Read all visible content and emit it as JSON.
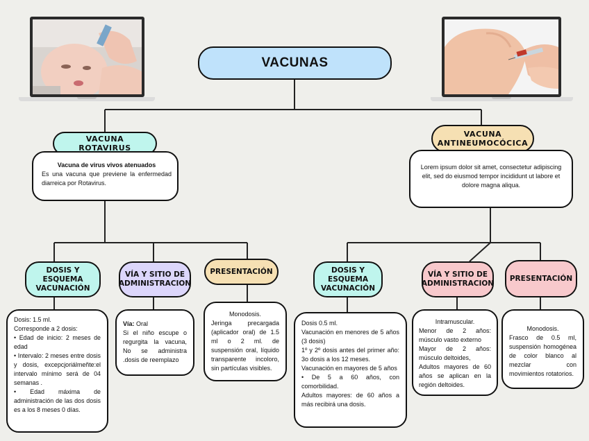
{
  "title": "VACUNAS",
  "images": {
    "left": "photo-baby-oral-vaccine",
    "right": "photo-injection-arm"
  },
  "left": {
    "heading": "VACUNA  ROTAVIRUS",
    "desc_bold": "Vacuna de virus vivos atenuados",
    "desc": "Es una vacuna que previene la enfermedad diarreica por Rotavirus.",
    "dosis": {
      "label": "DOSIS Y ESQUEMA VACUNACIÓN",
      "lines": [
        "Dosis: 1.5 ml.",
        "Corresponde a 2 dosis:",
        "• Edad de inicio: 2 meses de edad",
        "• Intervalo: 2 meses entre dosis y dosis, excepcjoriálmeñte:el intervalo mínimo será de 04 semanas .",
        "• Edad máxima de administración de las dos dosis es a los 8 meses 0 días."
      ]
    },
    "via": {
      "label": "VÍA Y SITIO DE ADMINISTRACION",
      "bold": "Vía:",
      "first": " Oral",
      "text": "Si el niño escupe o regurgita la vacuna, No se administra .dosis de reemplazo"
    },
    "presentacion": {
      "label": "PRESENTACIÓN",
      "lines": [
        "Monodosis.",
        "Jeringa precargada (aplicador oral) de 1.5 ml o 2 ml. de suspensión oral, líquido transparente incoloro, sin partículas visibles."
      ]
    }
  },
  "right": {
    "heading": "VACUNA ANTINEUMOCÓCICA",
    "desc": "Lorem ipsum dolor sit amet, consectetur adipiscing elit, sed do eiusmod tempor incididunt ut labore et dolore magna aliqua.",
    "dosis": {
      "label": "DOSIS Y ESQUEMA VACUNACIÓN",
      "lines": [
        "Dosis 0.5 ml.",
        "Vacunación en menores de 5 años (3 dosis)",
        "1º y 2º dosis antes del primer año: 3o dosis a los 12 meses.",
        "Vacunación en mayores de 5 años",
        "• De 5 a 60 años, con comorbilidad.",
        "  Adultos mayores: de 60 años a más recibirá una dosis."
      ]
    },
    "via": {
      "label": "VÍA Y SITIO DE ADMINISTRACION",
      "lines": [
        "Intramuscular.",
        "Menor de 2 años: músculo vasto externo",
        "Mayor de 2 años: músculo deltoides,",
        "Adultos mayores de 60 años se aplican en la región deltoides."
      ]
    },
    "presentacion": {
      "label": "PRESENTACIÓN",
      "lines": [
        "Monodosis.",
        "Frasco de 0.5 ml, suspensión homogénea de color blanco al mezclar con movimientos rotatorios."
      ]
    }
  }
}
